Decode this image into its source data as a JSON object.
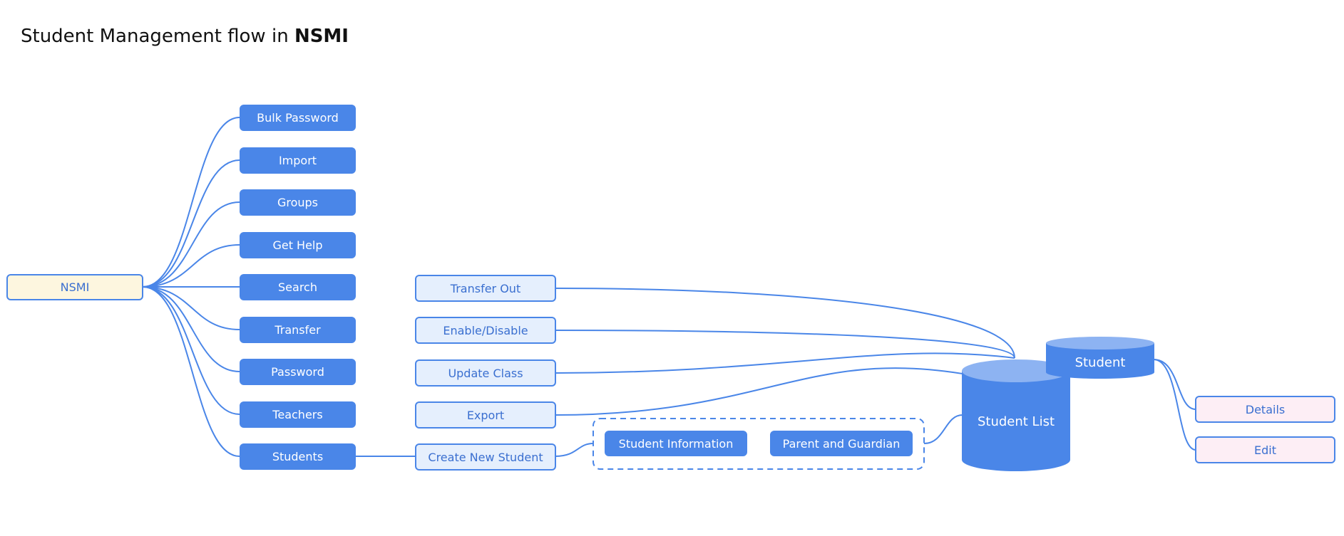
{
  "title": {
    "prefix": "Student Management flow in ",
    "bold": "NSMI"
  },
  "root": {
    "label": "NSMI"
  },
  "menu": [
    {
      "label": "Bulk Password"
    },
    {
      "label": "Import"
    },
    {
      "label": "Groups"
    },
    {
      "label": "Get Help"
    },
    {
      "label": "Search"
    },
    {
      "label": "Transfer"
    },
    {
      "label": "Password"
    },
    {
      "label": "Teachers"
    },
    {
      "label": "Students"
    }
  ],
  "actions": [
    {
      "label": "Transfer Out"
    },
    {
      "label": "Enable/Disable"
    },
    {
      "label": "Update Class"
    },
    {
      "label": "Export"
    },
    {
      "label": "Create New Student"
    }
  ],
  "form_group": [
    {
      "label": "Student Information"
    },
    {
      "label": "Parent and Guardian"
    }
  ],
  "databases": {
    "student_list": "Student List",
    "student": "Student"
  },
  "student_actions": [
    {
      "label": "Details"
    },
    {
      "label": "Edit"
    }
  ],
  "colors": {
    "accent": "#4a86e8",
    "light_fill": "#e5effd",
    "root_fill": "#fdf6df",
    "pink_fill": "#fdeef5",
    "db_top": "#8db3f2"
  }
}
